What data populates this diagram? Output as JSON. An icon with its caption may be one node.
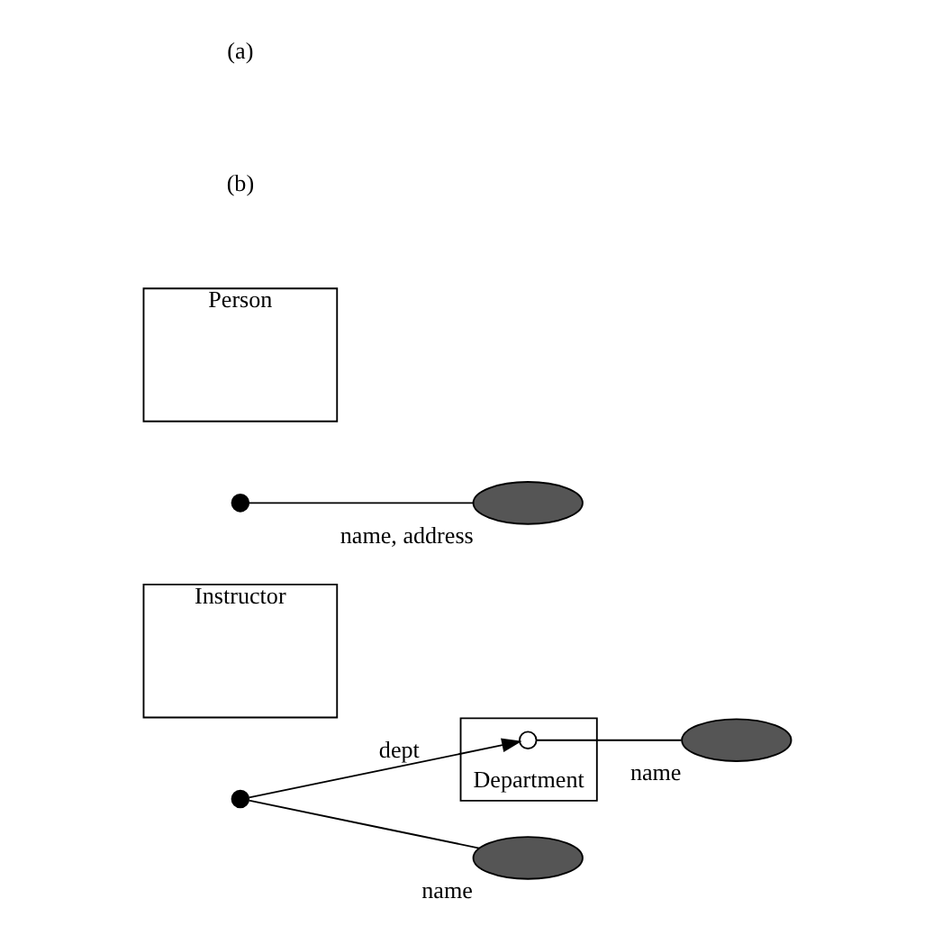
{
  "diagram": {
    "nodes": [
      {
        "text": [
          "Person"
        ]
      },
      {
        "text": [],
        "shape": "circle"
      },
      {
        "text": [],
        "shape": "ellipse",
        "beside": [
          "name, address"
        ]
      },
      {
        "text": [
          "Instructor"
        ]
      },
      {
        "text": [],
        "shape": "circle"
      },
      {
        "text": [],
        "shape": "ellipse",
        "beside": [
          "name"
        ]
      },
      {
        "text": [
          "Department"
        ]
      },
      {
        "text": [],
        "shape": "circle",
        "in": 6
      },
      {
        "text": [],
        "shape": "ellipse",
        "beside": [
          "name"
        ]
      }
    ],
    "edges": [
      {
        "from": 1,
        "to": 2,
        "arrow": "none"
      },
      {
        "from": 4,
        "to": 5,
        "arrow": "none"
      },
      {
        "from": 4,
        "to": 7,
        "arrow": "to",
        "label": "dept"
      },
      {
        "from": 7,
        "to": 8,
        "arrow": "none"
      }
    ],
    "labels": [
      "(a)",
      "(b)"
    ]
  }
}
